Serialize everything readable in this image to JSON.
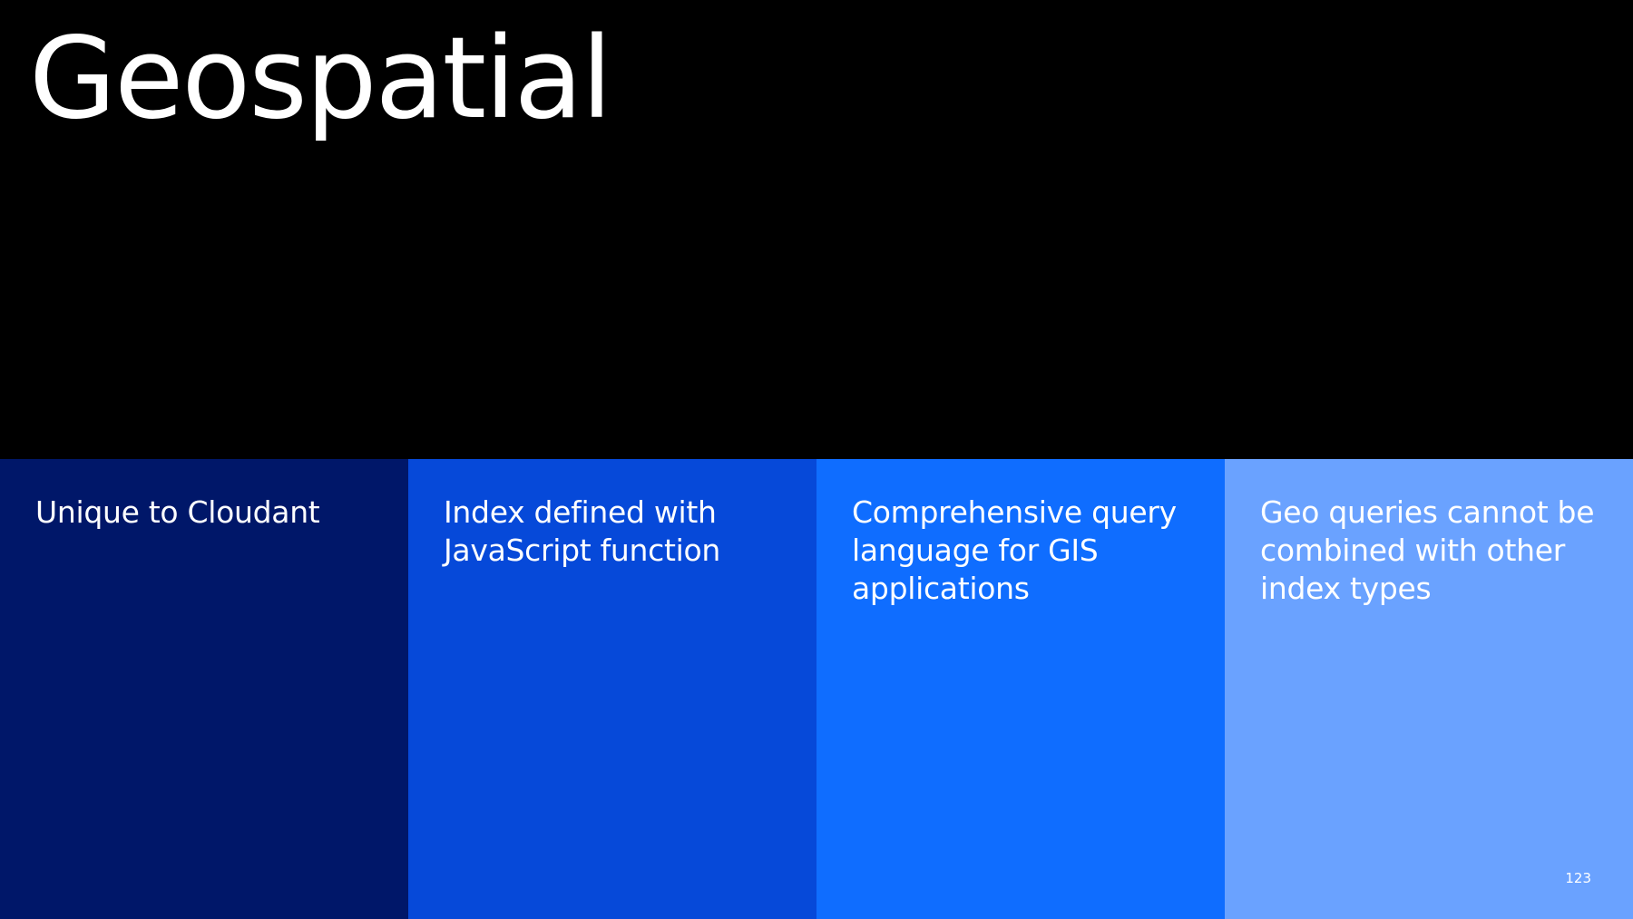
{
  "slide": {
    "title": "Geospatial",
    "page_number": "123"
  },
  "cards": [
    {
      "text": "Unique to Cloudant",
      "color": "#001769"
    },
    {
      "text": "Index defined with JavaScript function",
      "color": "#0649d9"
    },
    {
      "text": "Comprehensive query language for GIS applications",
      "color": "#0f6dff"
    },
    {
      "text": "Geo queries cannot be combined with other index types",
      "color": "#6aa2ff"
    }
  ]
}
